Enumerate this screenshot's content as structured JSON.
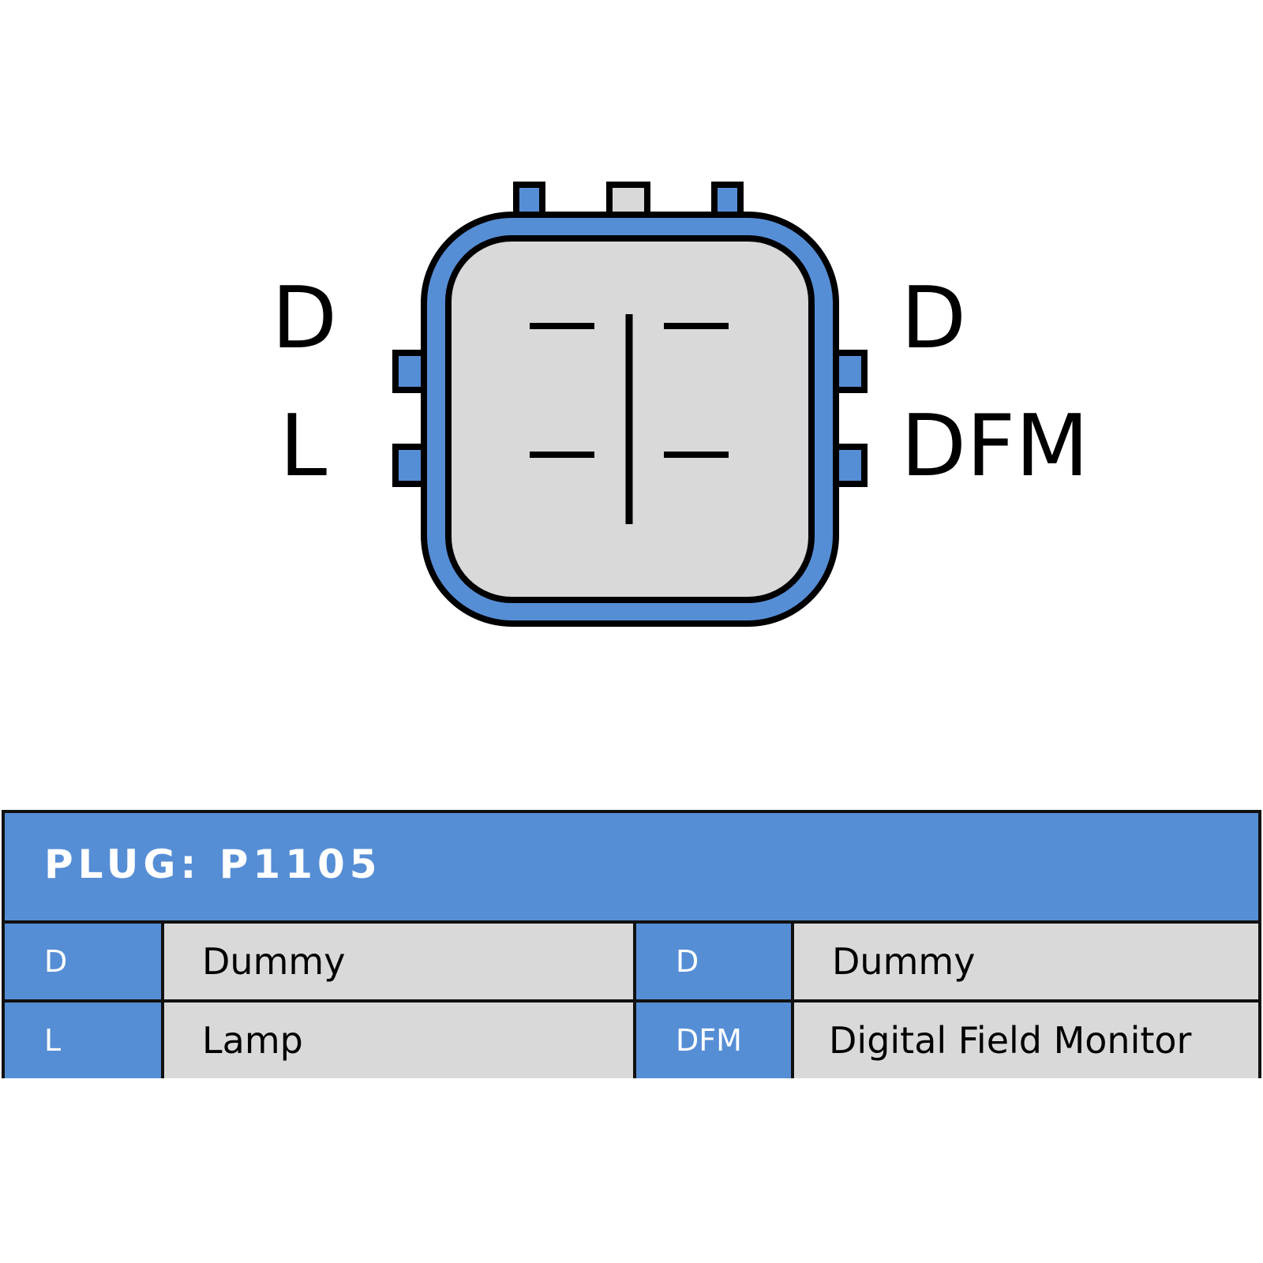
{
  "connector": {
    "colors": {
      "housing": "#568ed6",
      "face": "#d9d9d9",
      "outline": "#000000"
    },
    "pins_left": [
      "D",
      "L"
    ],
    "pins_right": [
      "D",
      "DFM"
    ]
  },
  "legend": {
    "title": "PLUG: P1105",
    "rows": [
      {
        "left_code": "D",
        "left_desc": "Dummy",
        "right_code": "D",
        "right_desc": "Dummy"
      },
      {
        "left_code": "L",
        "left_desc": "Lamp",
        "right_code": "DFM",
        "right_desc": "Digital Field Monitor"
      }
    ]
  }
}
